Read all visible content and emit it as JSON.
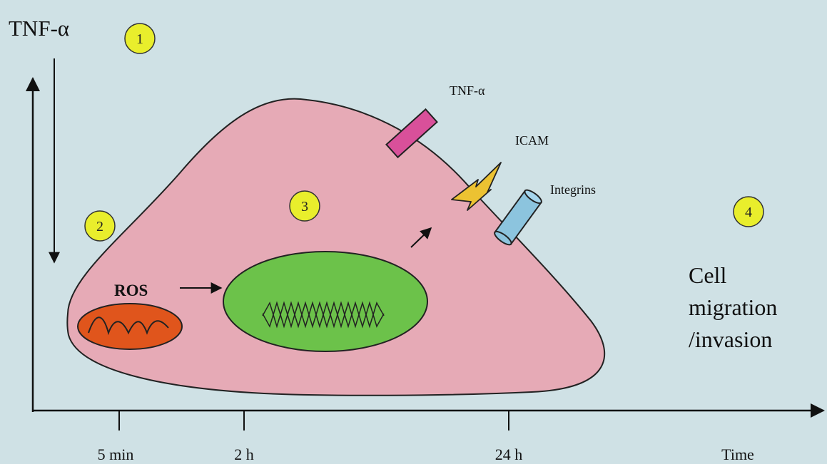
{
  "title": "TNF-α",
  "steps": [
    "1",
    "2",
    "3",
    "4"
  ],
  "labels": {
    "ros": "ROS",
    "receptor_tnf": "TNF-α",
    "icam": "ICAM",
    "integrins": "Integrins",
    "outcome_line1": "Cell",
    "outcome_line2": "migration",
    "outcome_line3": "/invasion"
  },
  "time_axis": {
    "label": "Time",
    "ticks": [
      "5 min",
      "2 h",
      "24 h"
    ]
  },
  "colors": {
    "background": "#cfe1e5",
    "cell": "#e6aab6",
    "nucleus": "#6cc24a",
    "mitochondrion": "#e0551c",
    "tnf_receptor": "#d9509a",
    "icam": "#ecc232",
    "integrin": "#8cc4de",
    "badge": "#e9ee2c"
  }
}
